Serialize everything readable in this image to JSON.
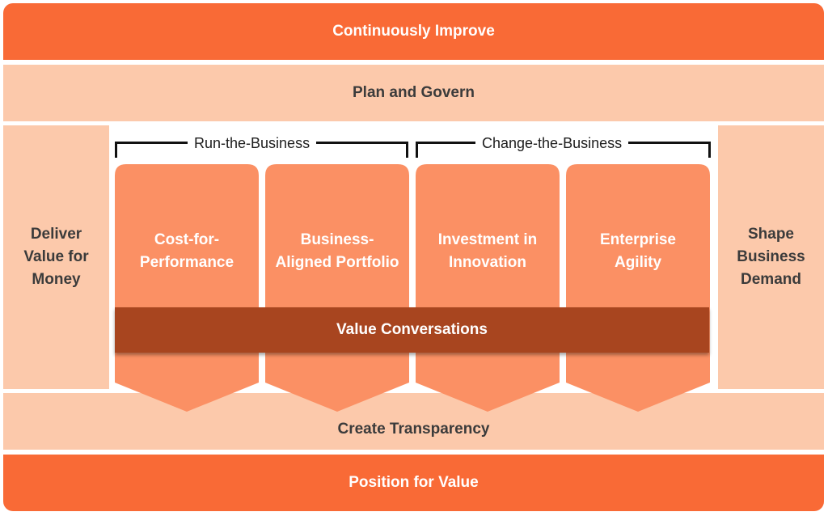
{
  "layers": {
    "top": "Continuously Improve",
    "plan": "Plan and Govern",
    "left": "Deliver Value for Money",
    "right": "Shape Business Demand",
    "transparency": "Create Transparency",
    "bottom": "Position for Value"
  },
  "groups": [
    {
      "label": "Run-the-Business"
    },
    {
      "label": "Change-the-Business"
    }
  ],
  "columns": [
    {
      "line1": "Cost-for-",
      "line2": "Performance"
    },
    {
      "line1": "Business-",
      "line2": "Aligned Portfolio"
    },
    {
      "line1": "Investment in",
      "line2": "Innovation"
    },
    {
      "line1": "Enterprise",
      "line2": "Agility"
    }
  ],
  "overlay": "Value Conversations",
  "colors": {
    "dark_band": "#f96a36",
    "light_band": "#fcc9ab",
    "column_fill": "#fb9064",
    "overlay_bar": "#a8451f"
  }
}
